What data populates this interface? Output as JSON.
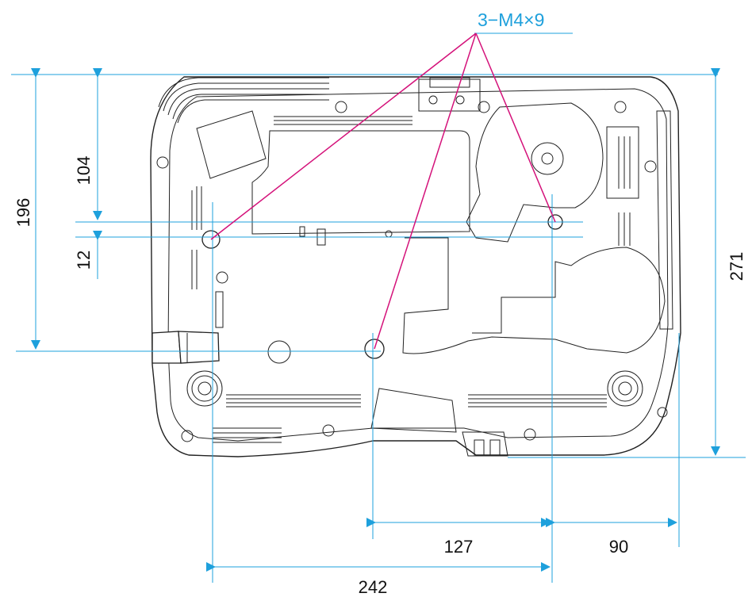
{
  "colors": {
    "dimension": "#1ea0dc",
    "callout": "#d4127a",
    "outline": "#222222",
    "text": "#111111"
  },
  "callout": {
    "label": "3−M4×9"
  },
  "dimensions": {
    "d196": "196",
    "d104": "104",
    "d12": "12",
    "d271": "271",
    "d127": "127",
    "d90": "90",
    "d242": "242"
  }
}
